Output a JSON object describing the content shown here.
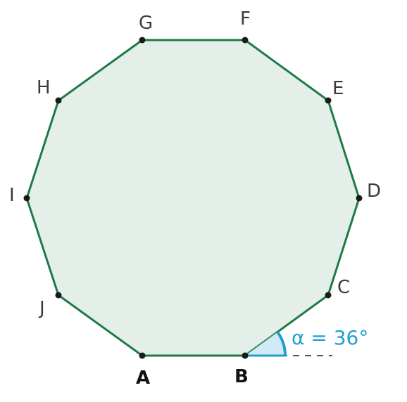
{
  "figure": {
    "polygon": {
      "fill": "#e4efea",
      "stroke": "#1f7a47"
    },
    "vertex_point_color": "#1a1a1a",
    "vertices": [
      {
        "label": "A"
      },
      {
        "label": "B"
      },
      {
        "label": "C"
      },
      {
        "label": "D"
      },
      {
        "label": "E"
      },
      {
        "label": "F"
      },
      {
        "label": "G"
      },
      {
        "label": "H"
      },
      {
        "label": "I"
      },
      {
        "label": "J"
      }
    ],
    "angle": {
      "label": "α = 36°",
      "color": "#1f9fd0",
      "fill": "#cde8f5"
    },
    "extension_line_color": "#555555"
  }
}
